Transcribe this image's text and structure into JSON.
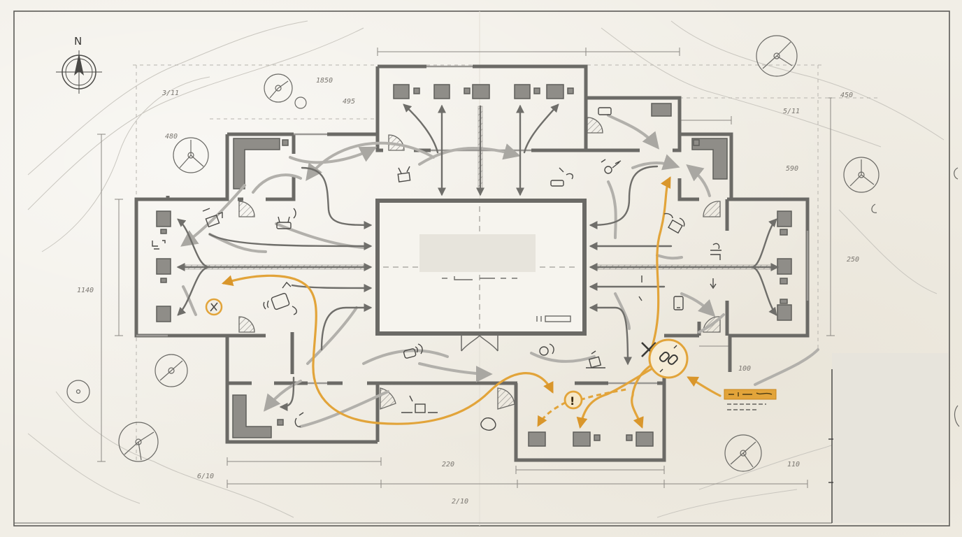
{
  "north_label": "N",
  "dimensions": {
    "top_left_a": "3/11",
    "top_left_b": "1850",
    "top_left_c": "495",
    "left_upper": "480",
    "left_mid": "1140",
    "top_right_a": "450",
    "top_right_b": "5/11",
    "right_upper": "590",
    "right_mid": "250",
    "right_lower": "100",
    "bottom_a": "220",
    "bottom_b": "2/10",
    "bottom_right": "110",
    "bottom_left": "6/10"
  },
  "alert_symbol": "!",
  "colors": {
    "paper": "#f1eee6",
    "wall": "#6b6a66",
    "fill_dark": "#8f8d88",
    "flow_gray": "#b2b0ab",
    "flow_dark": "#6f6e6a",
    "accent_orange": "#e2a43a",
    "accent_orange_dark": "#c8861e",
    "label_blank": "#e7e4dc"
  },
  "icons": [
    "north-arrow-icon",
    "router-icon",
    "camera-icon",
    "sensor-icon",
    "cutter-icon",
    "alert-icon",
    "broken-link-icon",
    "x-mark-icon",
    "phone-icon",
    "badge-icon"
  ]
}
